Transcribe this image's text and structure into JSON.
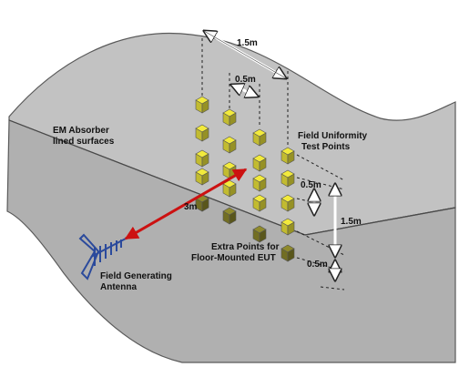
{
  "labels": {
    "absorber_line1": "EM Absorber",
    "absorber_line2": "lined surfaces",
    "uniformity_line1": "Field Uniformity",
    "uniformity_line2": "Test Points",
    "extra_line1": "Extra Points for",
    "extra_line2": "Floor-Mounted EUT",
    "antenna_line1": "Field Generating",
    "antenna_line2": "Antenna"
  },
  "dimensions": {
    "grid_width": "1.5m",
    "point_spacing_horizontal": "0.5m",
    "point_spacing_vertical": "0.5m",
    "grid_height": "1.5m",
    "floor_offset": "0.5m",
    "antenna_distance": "3m"
  },
  "colors": {
    "room": "#b3b3b3",
    "room_edge": "#5a5a5a",
    "test_point": "#f2ea3c",
    "extra_point": "#8f8a2c",
    "distance_arrow": "#cc1111",
    "antenna": "#2b4a9c"
  },
  "icons": {
    "test_point": "cube-icon",
    "antenna": "log-periodic-antenna-icon"
  }
}
